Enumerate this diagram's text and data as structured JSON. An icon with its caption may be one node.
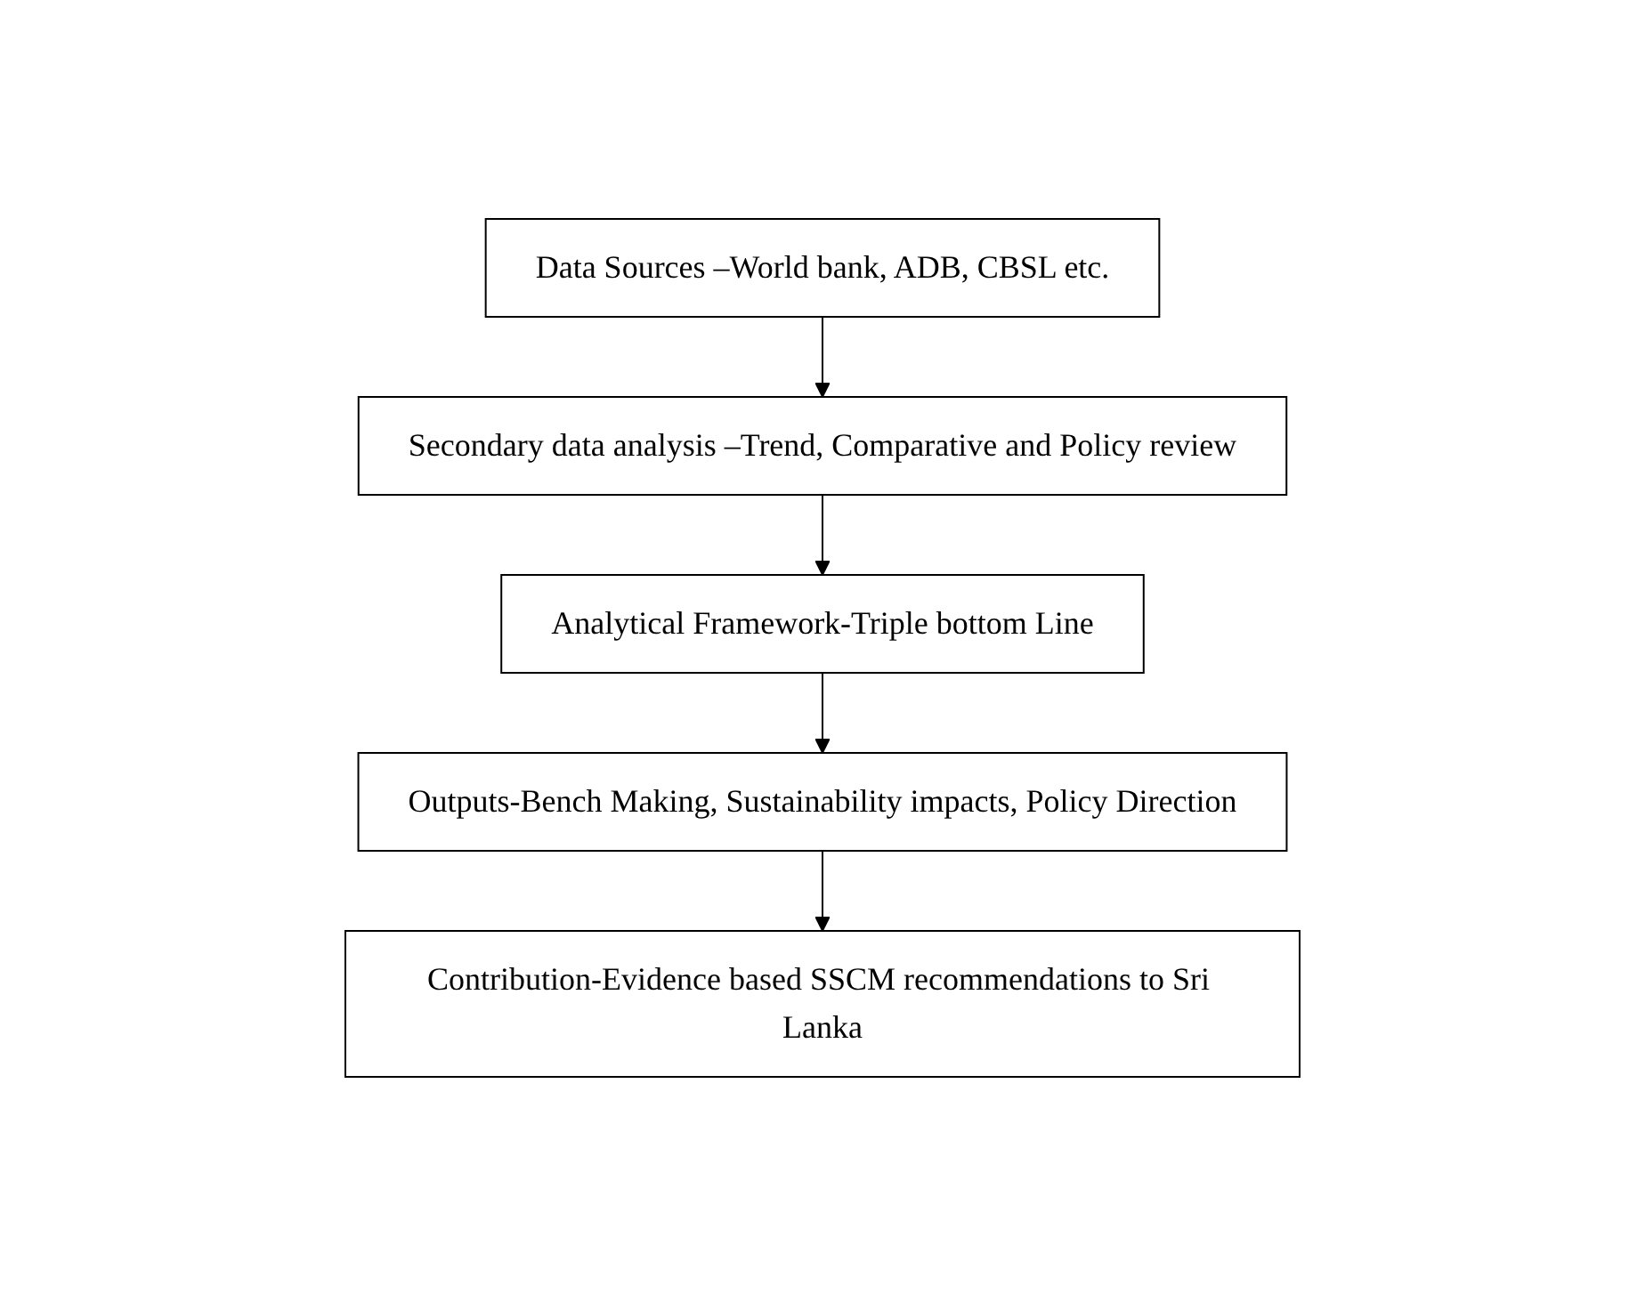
{
  "diagram": {
    "nodes": [
      {
        "text": [
          "Data Sources –World bank, ADB, CBSL etc."
        ]
      },
      {
        "text": [
          "Secondary data analysis –Trend, Comparative and Policy review"
        ]
      },
      {
        "text": [
          "Analytical Framework-Triple bottom Line"
        ]
      },
      {
        "text": [
          "Outputs-Bench Making, Sustainability impacts, Policy Direction"
        ]
      },
      {
        "text": [
          "Contribution-Evidence based SSCM recommendations to Sri Lanka"
        ]
      }
    ],
    "edges": [
      {
        "from": 0,
        "to": 1,
        "arrow": "to"
      },
      {
        "from": 1,
        "to": 2,
        "arrow": "to"
      },
      {
        "from": 2,
        "to": 3,
        "arrow": "to"
      },
      {
        "from": 3,
        "to": 4,
        "arrow": "to"
      }
    ]
  }
}
